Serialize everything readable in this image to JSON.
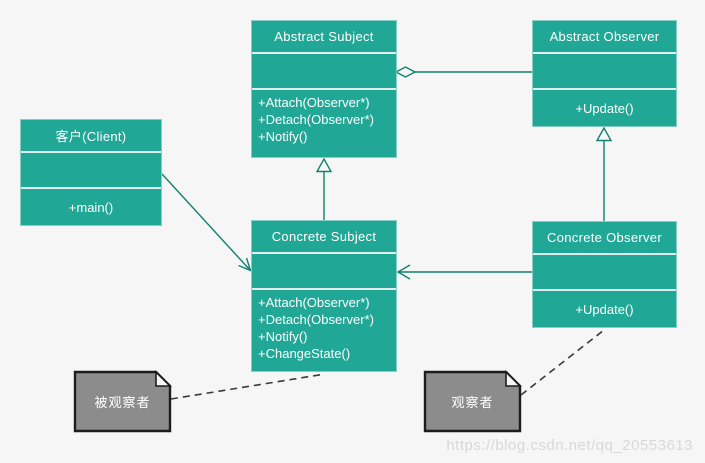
{
  "diagram": {
    "kind": "uml-class-diagram",
    "colors": {
      "background": "#f6f6f6",
      "class_fill": "#21a796",
      "connector": "#10826f",
      "note_fill": "#8c8c8c",
      "note_border": "#1c1c1c",
      "note_link_dash": "#3a3a3a",
      "watermark": "#d8d8d8"
    },
    "classes": {
      "abstract_subject": {
        "title": "Abstract Subject",
        "methods": [
          "+Attach(Observer*)",
          "+Detach(Observer*)",
          "+Notify()"
        ]
      },
      "abstract_observer": {
        "title": "Abstract Observer",
        "methods": [
          "+Update()"
        ]
      },
      "client": {
        "title": "客户(Client)",
        "methods": [
          "+main()"
        ]
      },
      "concrete_subject": {
        "title": "Concrete Subject",
        "methods": [
          "+Attach(Observer*)",
          "+Detach(Observer*)",
          "+Notify()",
          "+ChangeState()"
        ]
      },
      "concrete_observer": {
        "title": "Concrete Observer",
        "methods": [
          "+Update()"
        ]
      }
    },
    "notes": {
      "subject_note": {
        "text": "被观察者"
      },
      "observer_note": {
        "text": "观察者"
      }
    },
    "relationships": [
      {
        "type": "aggregation",
        "from": "abstract_subject",
        "to": "abstract_observer"
      },
      {
        "type": "generalization",
        "from": "concrete_subject",
        "to": "abstract_subject"
      },
      {
        "type": "generalization",
        "from": "concrete_observer",
        "to": "abstract_observer"
      },
      {
        "type": "association",
        "from": "client",
        "to": "concrete_subject"
      },
      {
        "type": "association",
        "from": "concrete_observer",
        "to": "concrete_subject"
      },
      {
        "type": "note-link",
        "from": "subject_note",
        "to": "concrete_subject"
      },
      {
        "type": "note-link",
        "from": "observer_note",
        "to": "concrete_observer"
      }
    ],
    "watermark": "https://blog.csdn.net/qq_20553613"
  }
}
